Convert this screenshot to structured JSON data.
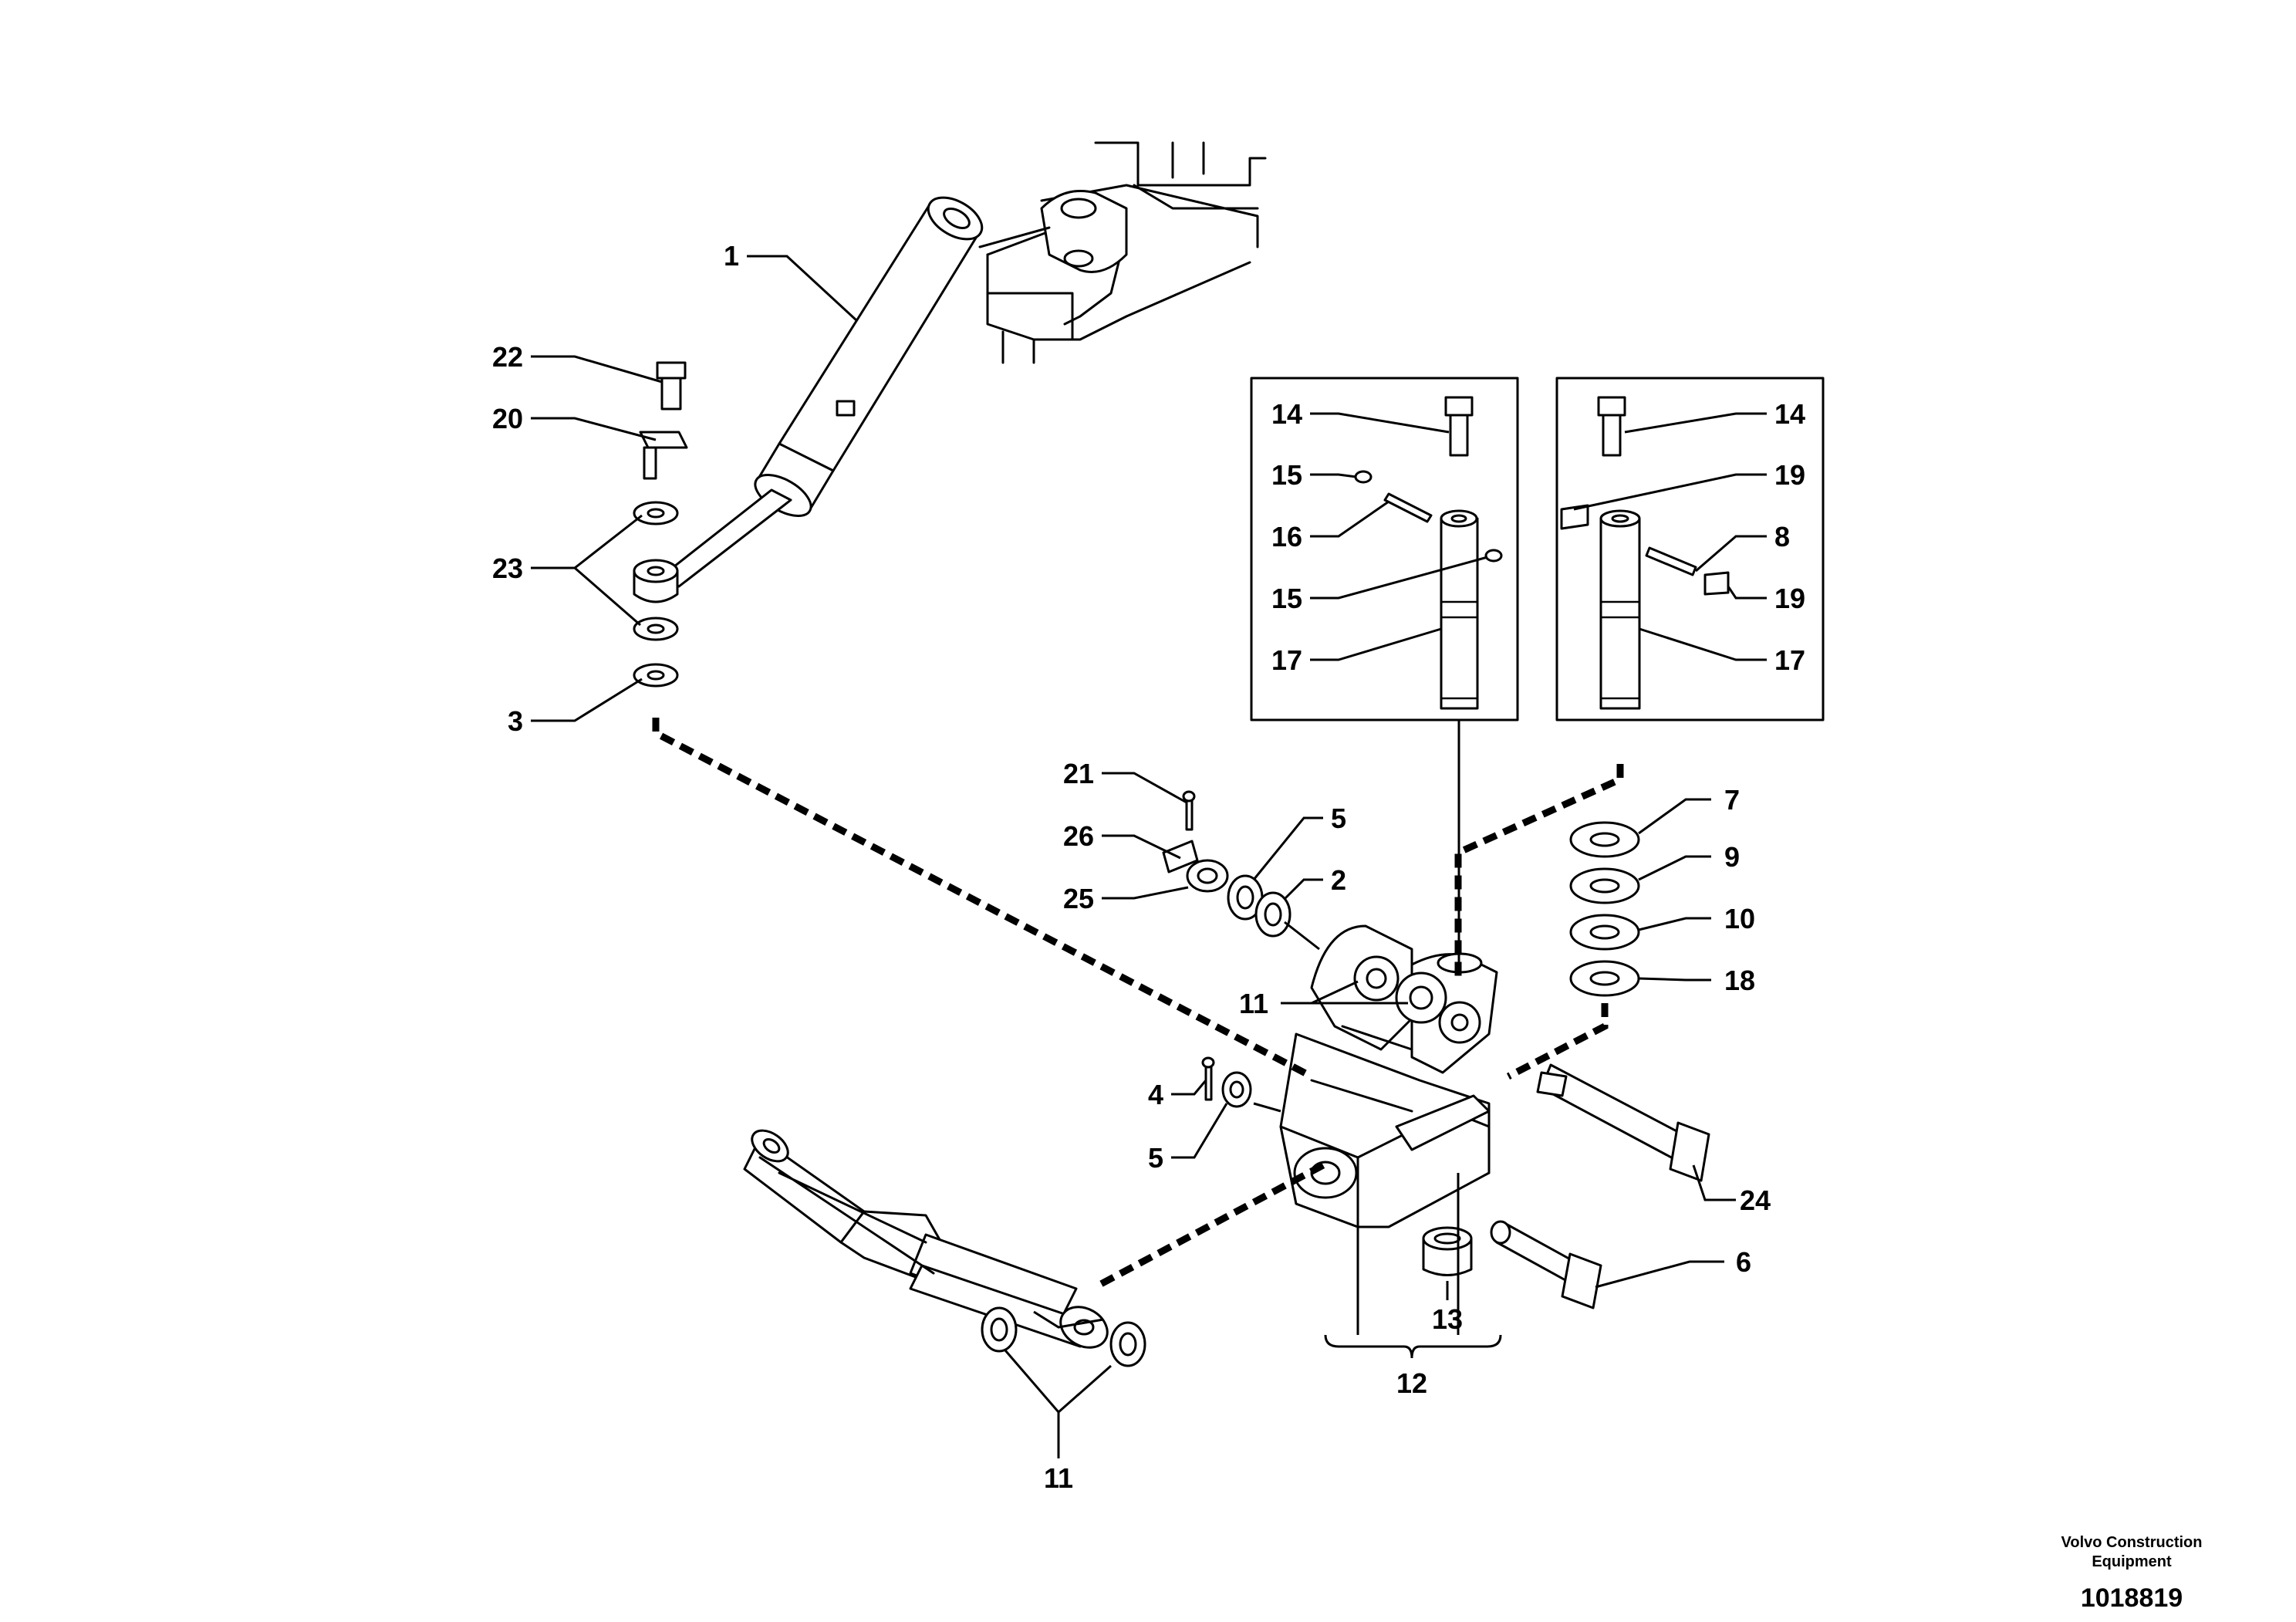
{
  "diagram": {
    "callouts": [
      {
        "id": "c1",
        "text": "1"
      },
      {
        "id": "c22",
        "text": "22"
      },
      {
        "id": "c20",
        "text": "20"
      },
      {
        "id": "c23",
        "text": "23"
      },
      {
        "id": "c3",
        "text": "3"
      },
      {
        "id": "c14a",
        "text": "14"
      },
      {
        "id": "c15a",
        "text": "15"
      },
      {
        "id": "c16",
        "text": "16"
      },
      {
        "id": "c15b",
        "text": "15"
      },
      {
        "id": "c17a",
        "text": "17"
      },
      {
        "id": "c14b",
        "text": "14"
      },
      {
        "id": "c19a",
        "text": "19"
      },
      {
        "id": "c8",
        "text": "8"
      },
      {
        "id": "c19b",
        "text": "19"
      },
      {
        "id": "c17b",
        "text": "17"
      },
      {
        "id": "c21",
        "text": "21"
      },
      {
        "id": "c26",
        "text": "26"
      },
      {
        "id": "c25",
        "text": "25"
      },
      {
        "id": "c5a",
        "text": "5"
      },
      {
        "id": "c2",
        "text": "2"
      },
      {
        "id": "c7",
        "text": "7"
      },
      {
        "id": "c9",
        "text": "9"
      },
      {
        "id": "c10",
        "text": "10"
      },
      {
        "id": "c18",
        "text": "18"
      },
      {
        "id": "c11a",
        "text": "11"
      },
      {
        "id": "c4",
        "text": "4"
      },
      {
        "id": "c5b",
        "text": "5"
      },
      {
        "id": "c24",
        "text": "24"
      },
      {
        "id": "c6",
        "text": "6"
      },
      {
        "id": "c13",
        "text": "13"
      },
      {
        "id": "c12",
        "text": "12"
      },
      {
        "id": "c11b",
        "text": "11"
      }
    ]
  },
  "footer": {
    "company_line1": "Volvo Construction",
    "company_line2": "Equipment",
    "drawing_number": "1018819"
  }
}
